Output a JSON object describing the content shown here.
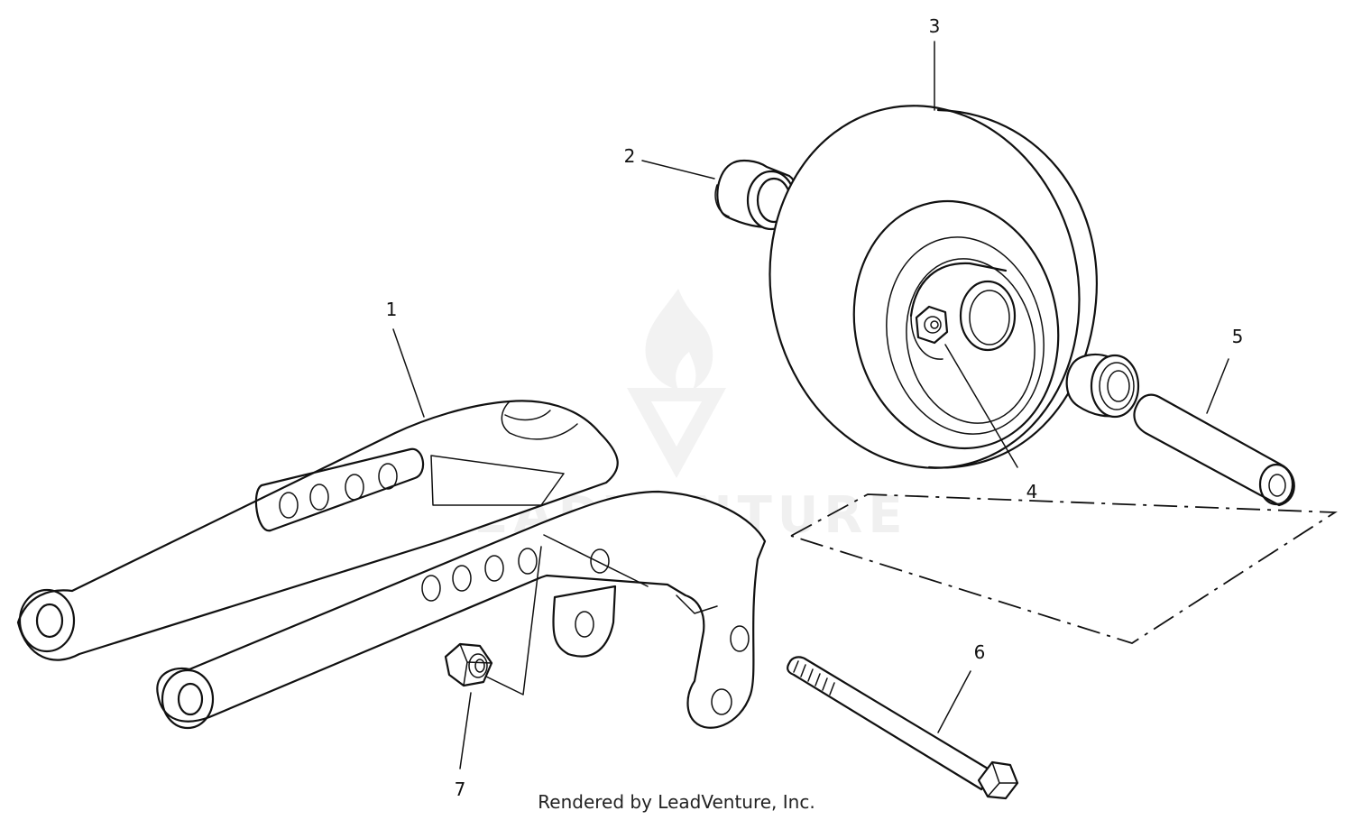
{
  "callouts": [
    {
      "id": "1",
      "text": "1"
    },
    {
      "id": "2",
      "text": "2"
    },
    {
      "id": "3",
      "text": "3"
    },
    {
      "id": "4",
      "text": "4"
    },
    {
      "id": "5",
      "text": "5"
    },
    {
      "id": "6",
      "text": "6"
    },
    {
      "id": "7",
      "text": "7"
    }
  ],
  "credit": "Rendered by LeadVenture, Inc.",
  "watermark": {
    "text": "LEADVENTURE",
    "color": "#f0f0f0"
  },
  "colors": {
    "line": "#111111",
    "background": "#ffffff"
  }
}
